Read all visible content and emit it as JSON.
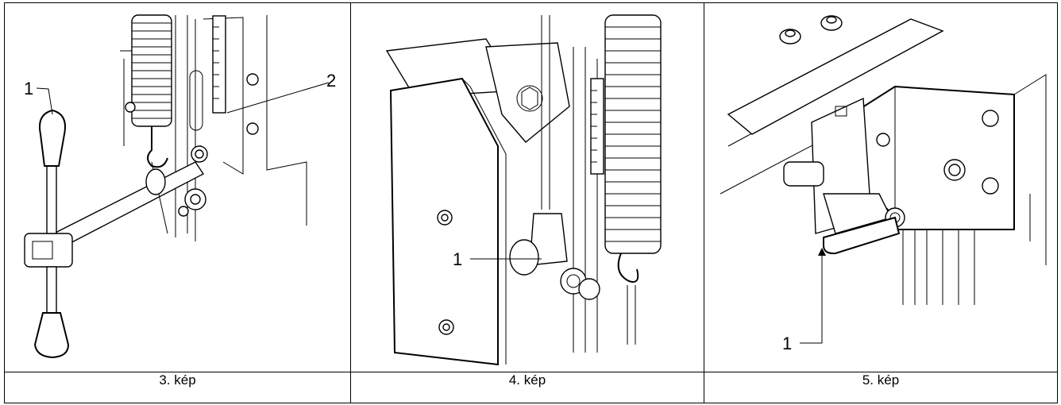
{
  "figures": [
    {
      "caption": "3. kép",
      "callouts": [
        "1",
        "2"
      ]
    },
    {
      "caption": "4. kép",
      "callouts": [
        "1"
      ]
    },
    {
      "caption": "5. kép",
      "callouts": [
        "1"
      ]
    }
  ]
}
